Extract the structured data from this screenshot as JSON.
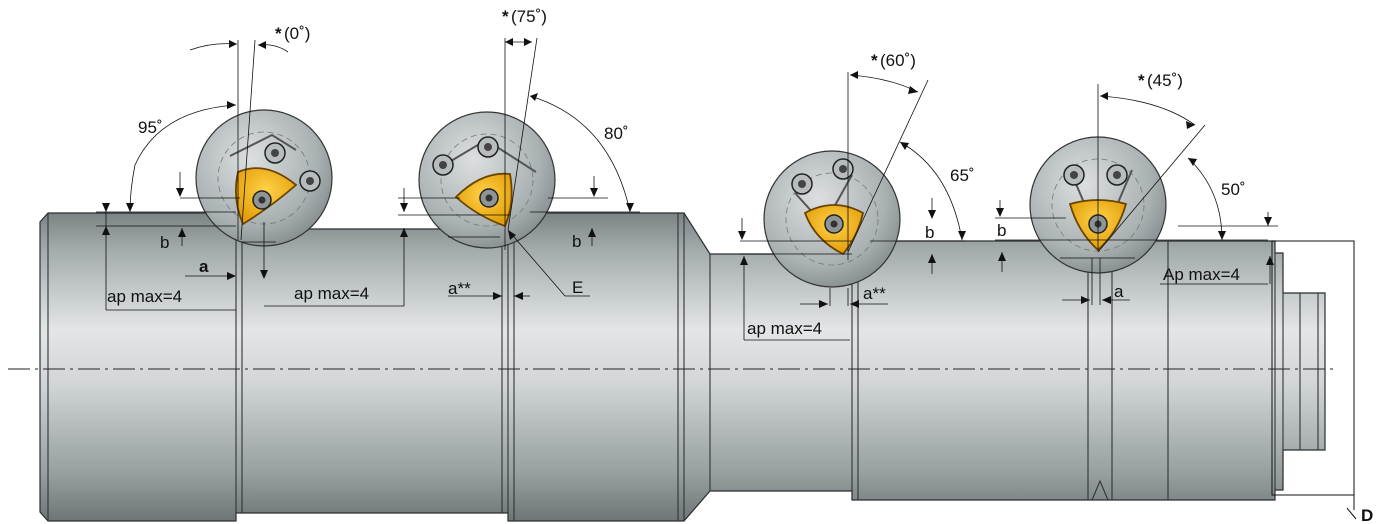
{
  "labels": {
    "star": "*",
    "angle_0": "(0˚)",
    "angle_75": "(75˚)",
    "angle_60": "(60˚)",
    "angle_45": "(45˚)",
    "angle_95": "95˚",
    "angle_80": "80˚",
    "angle_65": "65˚",
    "angle_50": "50˚",
    "b": "b",
    "a": "a",
    "a_double_star": "a**",
    "ap_max_4": "ap max=4",
    "Ap_max_4": "Ap max=4",
    "E": "E",
    "D": "D"
  },
  "colors": {
    "shaft_light": "#e6e9ea",
    "shaft_mid": "#a9b0b2",
    "shaft_dark": "#6f7678",
    "cutter_body": "#b9bfc1",
    "insert": "#f2b418",
    "insert_edge": "#8a5a00",
    "outline": "#222222"
  }
}
